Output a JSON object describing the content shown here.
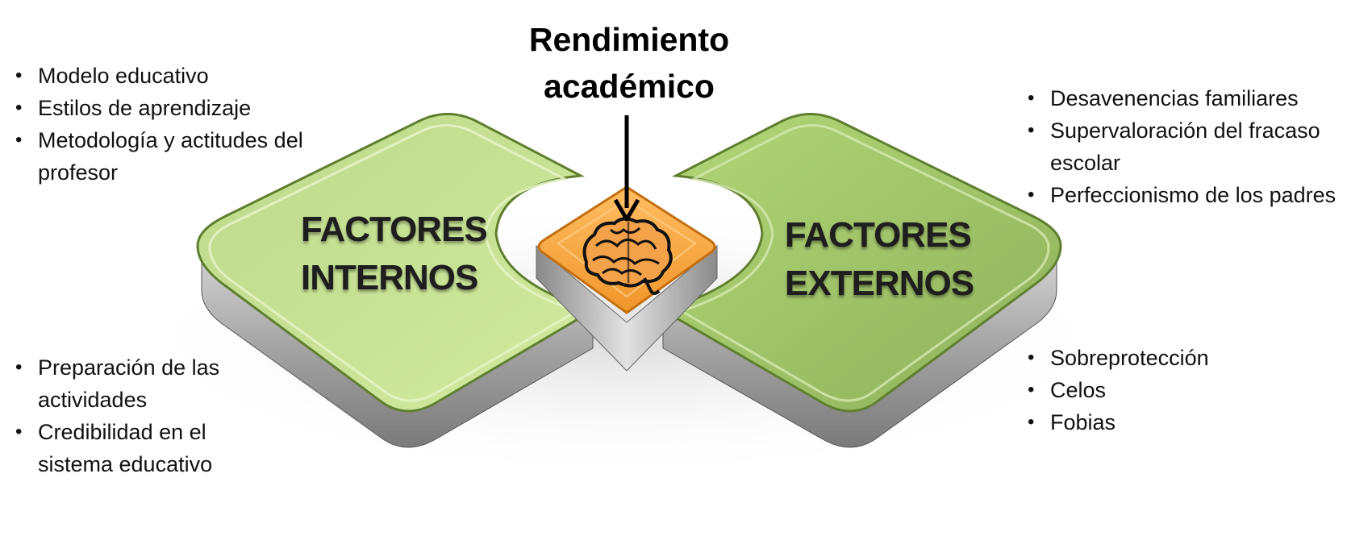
{
  "title": {
    "line1": "Rendimiento",
    "line2": "académico"
  },
  "internal": {
    "label_line1": "FACTORES",
    "label_line2": "INTERNOS",
    "items_top": [
      "Modelo educativo",
      "Estilos de aprendizaje",
      "Metodología y actitudes del profesor"
    ],
    "items_bottom": [
      "Preparación de las actividades",
      "Credibilidad en el sistema educativo"
    ]
  },
  "external": {
    "label_line1": "FACTORES",
    "label_line2": "EXTERNOS",
    "items_top": [
      "Desavenencias familiares",
      "Supervaloración del fracaso escolar",
      "Perfeccionismo de los padres"
    ],
    "items_bottom": [
      "Sobreprotección",
      "Celos",
      "Fobias"
    ]
  },
  "colors": {
    "green_top": "#b9dc80",
    "green_light": "#cfe99f",
    "green_edge": "#6e8f3a",
    "orange_top": "#f5a23d",
    "orange_edge": "#d97b12",
    "grey_side": "#a9a9a9",
    "text_dark": "#1e1e1e"
  },
  "center_icon": "brain-icon"
}
